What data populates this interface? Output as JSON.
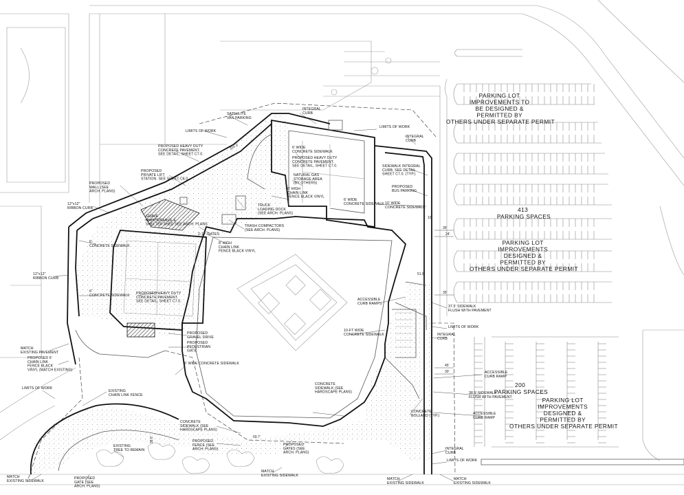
{
  "blocks": {
    "north": "PARKING LOT IMPROVEMENTS TO BE DESIGNED & PERMITTED BY OTHERS UNDER SEPARATE PERMIT",
    "spaces413": "413 PARKING SPACES",
    "east": "PARKING LOT IMPROVEMENTS DESIGNED & PERMITTED BY OTHERS UNDER SEPARATE PERMIT",
    "spaces200": "200 PARKING SPACES",
    "south": "PARKING LOT IMPROVEMENTS DESIGNED & PERMITTED BY OTHERS UNDER SEPARATE PERMIT"
  },
  "notes": {
    "satellite_van": "SATELLITE VAN PARKING",
    "integral_curb_n": "INTEGRAL CURB",
    "limits_n": "LIMITS OF WORK",
    "limits_nw": "LIMITS OF WORK",
    "integral_curb_ne": "INTEGRAL CURB",
    "hd_pave_nw": "PROPOSED HEAVY DUTY CONCRETE PAVEMENT. SEE DETAIL, SHEET C7.0.",
    "sw6_n": "6' WIDE CONCRETE SIDEWALK",
    "hd_pave_n": "PROPOSED HEAVY DUTY CONCRETE PAVEMENT. SEE DETAIL, SHEET C7.0.",
    "sidewalk_integral": "SIDEWALK INTEGRAL CURB. SEE DETAIL SHEET C7.0. (TYP.)",
    "lift_station": "PROPOSED PRIVATE LIFT STATION. SEE SHEET C6.0.",
    "gas_storage": "NATURAL GAS STORAGE AREA (BY OTHERS)",
    "fence8_n": "8' HIGH CHAIN LINK FENCE BLACK VINYL",
    "bus_parking": "PROPOSED BUS PARKING",
    "wall": "PROPOSED WALL (SEE ARCH. PLANS)",
    "sw6_ne": "6' WIDE CONCRETE SIDEWALK",
    "sw10_e": "10' WIDE CONCRETE SIDEWALK",
    "ribbon_curb_1": "12\"x12\" RIBBON CURB",
    "grave_shelter": "GRAVE MAINTENANCE & SHELTER SHED SEE ARCH. PLANS",
    "loading_dock": "TRUCK LOADING DOCK (SEE ARCH. PLANS)",
    "trash_compactors": "TRASH COMPACTORS (SEE ARCH. PLANS)",
    "gates_2": "2-12' GATES",
    "fence8_w": "8' HIGH CHAIN LINK FENCE BLACK VINYL",
    "sw6_w": "6' CONCRETE SIDEWALK",
    "ribbon_curb_2": "12\"x12\" RIBBON CURB",
    "sw6_w2": "6' CONCRETE SIDEWALK",
    "hd_pave_w": "PROPOSED HEAVY DUTY CONCRETE PAVEMENT. SEE DETAIL, SHEET C7.0.",
    "curb_ramps_1": "ACCESSIBLE CURB RAMPS",
    "sidewalk_flush_1": "37.5' SIDEWALK FLUSH WITH PAVEMENT",
    "limits_e": "LIMITS OF WORK",
    "integral_curb_e": "INTEGRAL CURB",
    "sw10_ft": "10-FT WIDE CONCRETE SIDEWALK",
    "gravel_drive": "PROPOSED GRAVEL DRIVE",
    "ped_gate": "PROPOSED PEDESTRIAN GATE",
    "sw6_s": "6' WIDE CONCRETE SIDEWALK",
    "match_pave": "MATCH EXISTING PAVEMENT",
    "fence6": "PROPOSED 6' CHAIN LINK FENCE BLACK VINYL (MATCH EXISTING)",
    "limits_w": "LIMITS OF WORK",
    "existing_fence": "EXISTING CHAIN LINK FENCE",
    "curb_ramp_2": "ACCESSIBLE CURB RAMP",
    "sidewalk_flush_2": "38.5' SIDEWALK FLUSH WITH PAVEMENT",
    "curb_ramp_3": "ACCESSIBLE CURB RAMP",
    "concrete_sidewalk_hs": "CONCRETE SIDEWALK (SEE HARDSCAPE PLANS)",
    "bollard": "CONCRETE BOLLARD (TYP.)",
    "concrete_sidewalk_s": "CONCRETE SIDEWALK (SEE HARDSCAPE PLANS)",
    "fence_arch": "PROPOSED FENCE (SEE ARCH. PLANS)",
    "gates_arch": "PROPOSED GATES (SEE ARCH. PLANS)",
    "existing_tree": "EXISTING TREE TO REMAIN",
    "integral_curb_s": "INTEGRAL CURB",
    "limits_s": "LIMITS OF WORK",
    "match_sidewalk_1": "MATCH EXISTING SIDEWALK",
    "match_sidewalk_2": "MATCH EXISTING SIDEWALK",
    "match_sidewalk_3": "MATCH EXISTING SIDEWALK",
    "match_sidewalk_4": "MATCH EXISTING SIDEWALK",
    "proposed_gate": "PROPOSED GATE (SEE ARCH. PLANS)"
  },
  "dims": {
    "d_10": "10'",
    "d_35a": "35'",
    "d_24": "24'",
    "d_35b": "35'",
    "d_45": "45'",
    "d_30": "30'",
    "d_518": "51.8'",
    "d_3243": "324.3'",
    "d_386": "38.6'",
    "d_697": "69.7'"
  }
}
